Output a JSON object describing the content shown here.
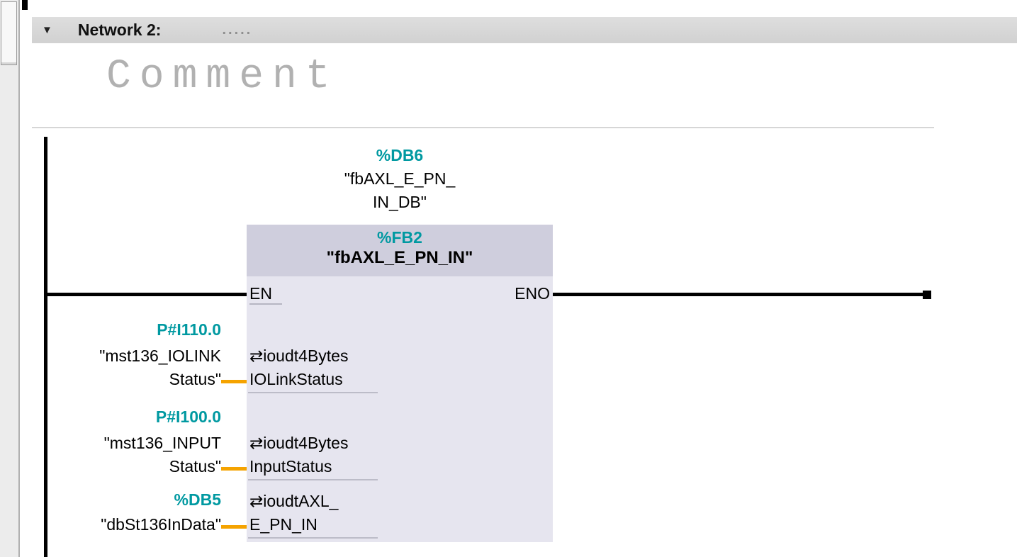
{
  "colors": {
    "address_teal": "#0099A1",
    "connector_orange": "#F5A300",
    "block_header_bg": "#CFCEDD",
    "block_body_bg": "#E6E5EF"
  },
  "network": {
    "collapse_icon": "▼",
    "title": "Network 2:",
    "dots": ".....",
    "comment_placeholder": "Comment"
  },
  "block": {
    "instance": {
      "address": "%DB6",
      "name_line1": "\"fbAXL_E_PN_",
      "name_line2": "IN_DB\""
    },
    "address": "%FB2",
    "name": "\"fbAXL_E_PN_IN\"",
    "en": "EN",
    "eno": "ENO",
    "pins": [
      {
        "name_wrap1": "⇄ioudt4Bytes",
        "name_wrap2": "IOLinkStatus",
        "operand": {
          "address": "P#I110.0",
          "line1": "\"mst136_IOLINK",
          "line2": "Status\""
        }
      },
      {
        "name_wrap1": "⇄ioudt4Bytes",
        "name_wrap2": "InputStatus",
        "operand": {
          "address": "P#I100.0",
          "line1": "\"mst136_INPUT",
          "line2": "Status\""
        }
      },
      {
        "name_wrap1": "⇄ioudtAXL_",
        "name_wrap2": "E_PN_IN",
        "operand": {
          "address": "%DB5",
          "line1": "\"dbSt136InData\""
        }
      }
    ]
  }
}
